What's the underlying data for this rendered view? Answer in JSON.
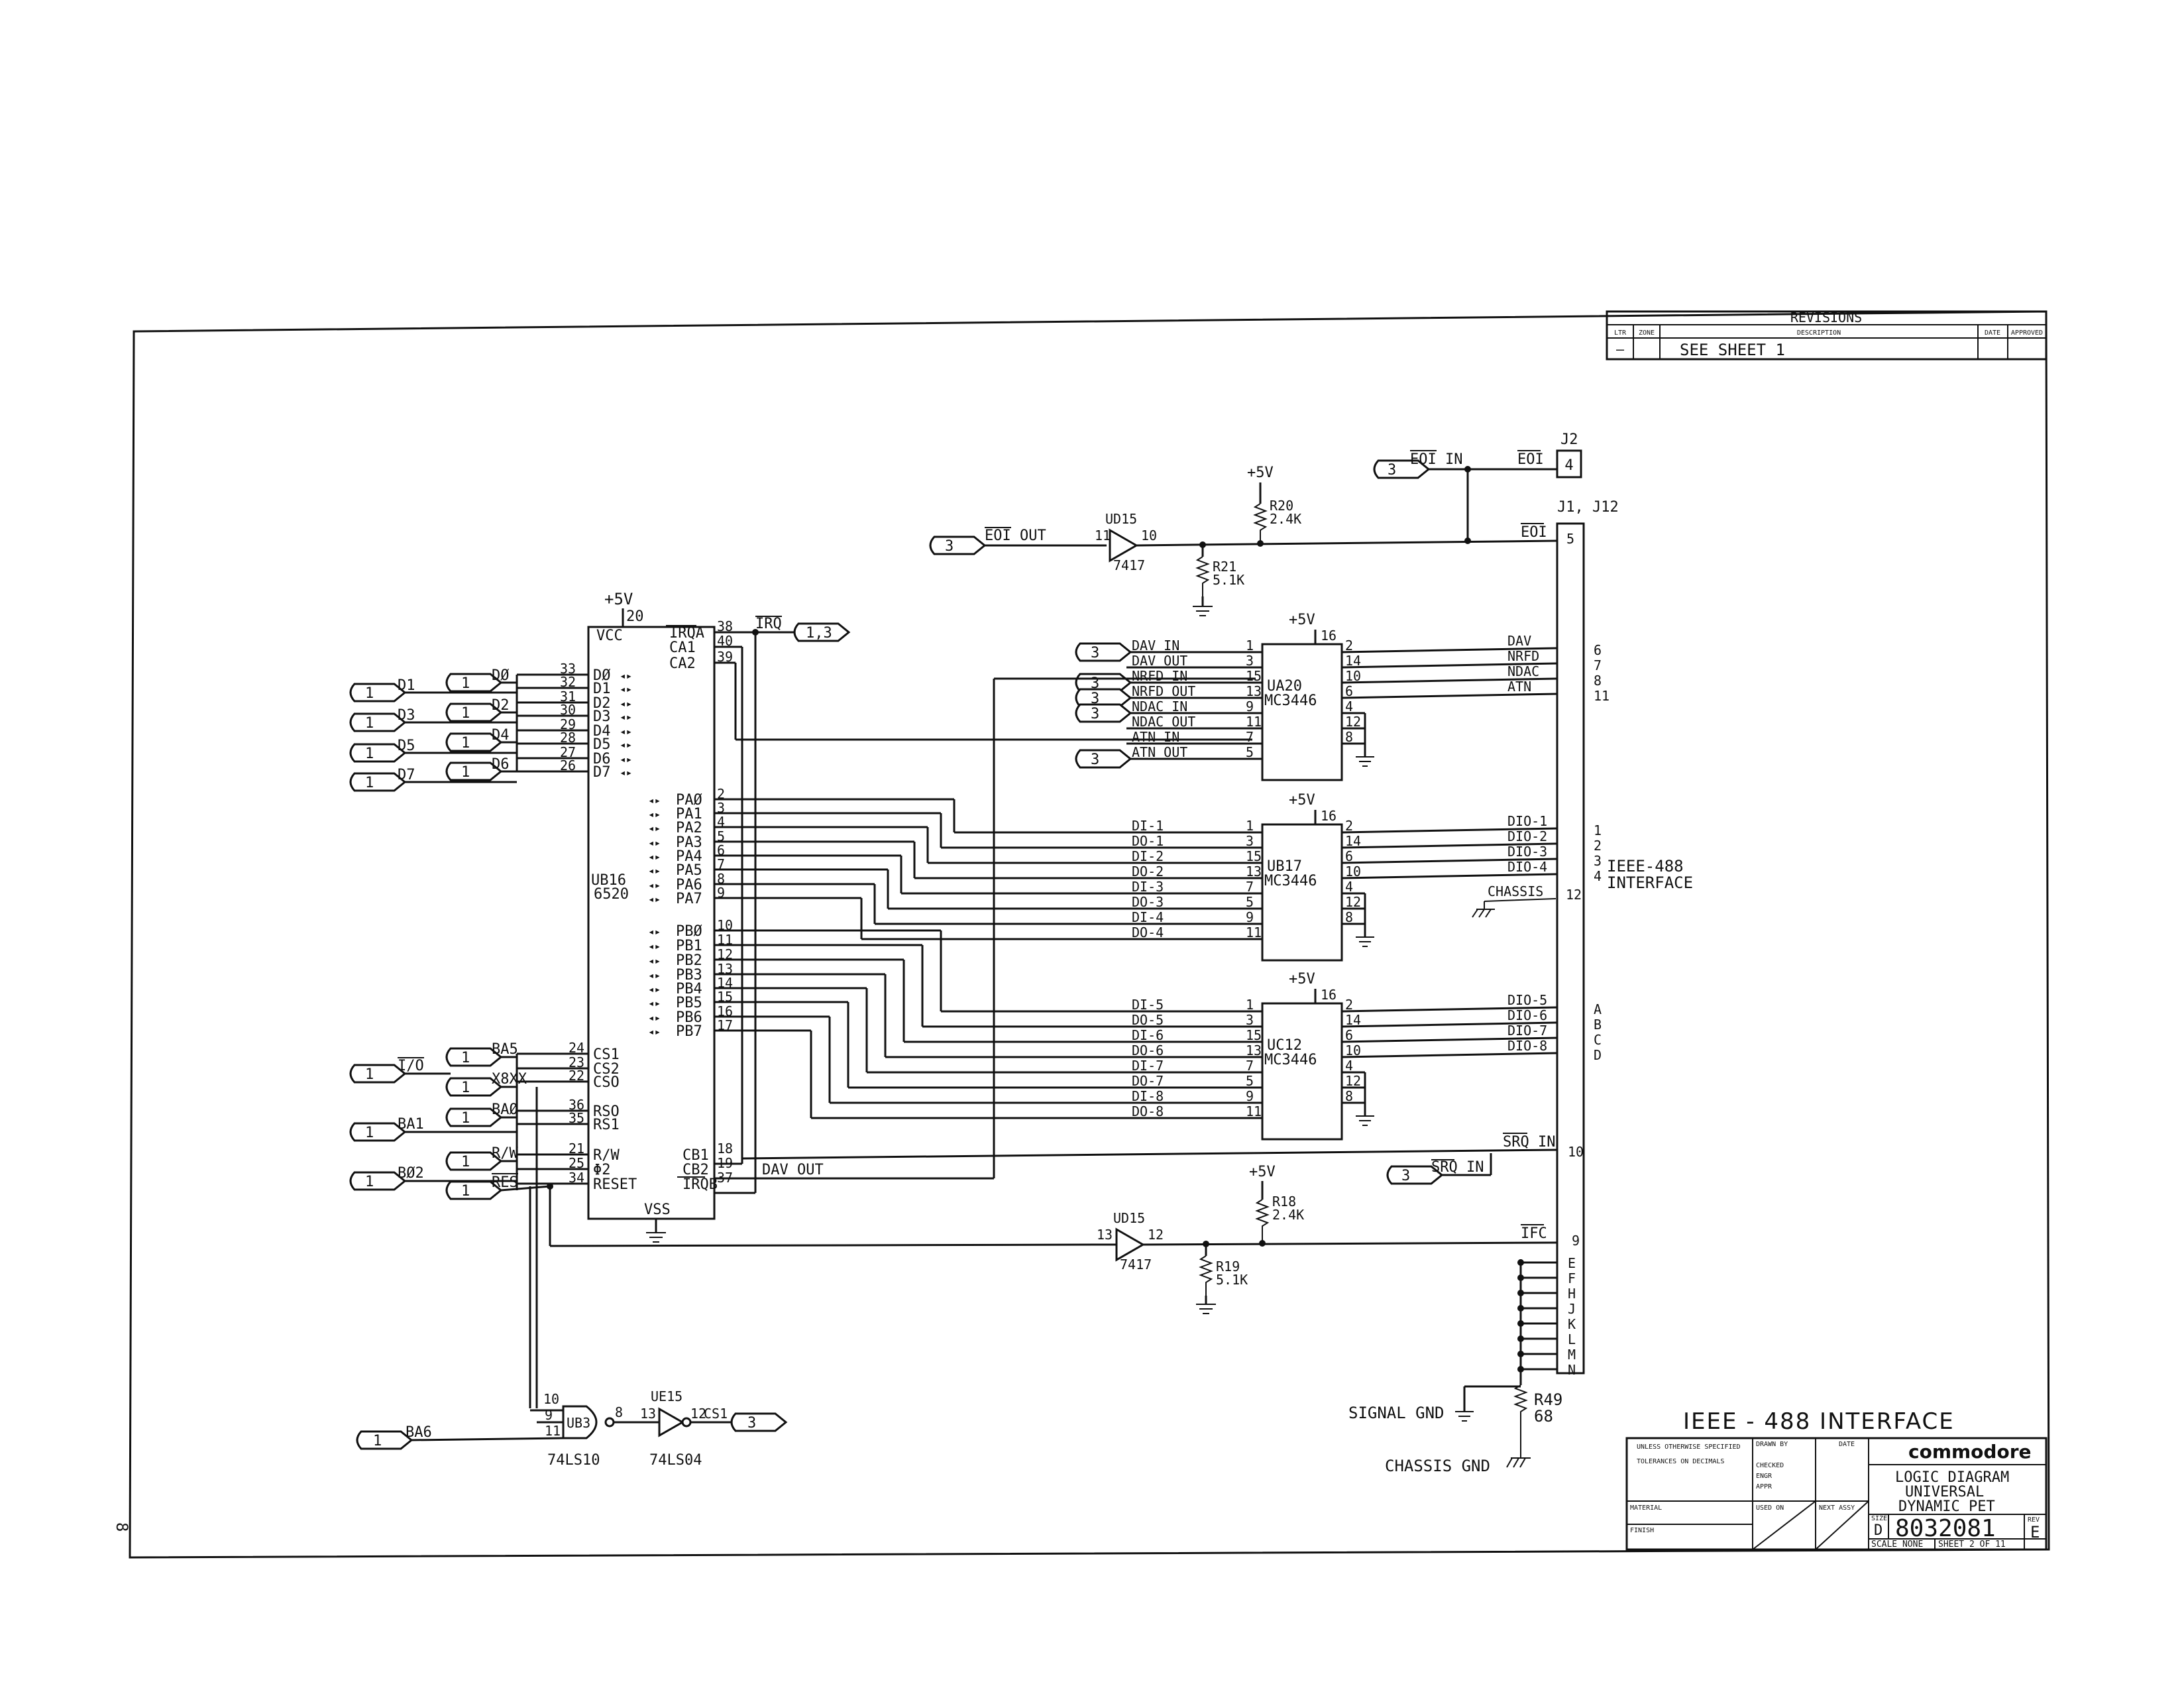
{
  "revisions": {
    "title": "REVISIONS",
    "headers": [
      "LTR",
      "ZONE",
      "DESCRIPTION",
      "DATE",
      "APPROVED"
    ],
    "row": [
      "—",
      "",
      "SEE SHEET 1",
      "",
      ""
    ]
  },
  "signals": {
    "eoi_in": "EOI IN",
    "eoi_out": "EOI OUT",
    "eoi": "EOI",
    "eoi_j2": "EOI",
    "srq_in": "SRQ IN",
    "srq_in_out": "SRQ IN",
    "ifc": "IFC",
    "irq": "IRQ",
    "dav_out_bus": "DAV OUT",
    "signal_gnd": "SIGNAL GND",
    "chassis_gnd": "CHASSIS GND",
    "interface": [
      "IEEE-488",
      "INTERFACE"
    ]
  },
  "connectors": {
    "j2": "J2",
    "j1": "J1, J12",
    "j2_pin": "4",
    "offpage": {
      "eoi_in": "3",
      "eoi_out": "3",
      "irq": "1,3",
      "srq": "3",
      "cs1": "3",
      "dav_in": "3",
      "nrfd_in": "3",
      "nrfd_out": "3",
      "ndac_in": "3",
      "atn_out": "3",
      "d1": "1",
      "d3": "1",
      "d5": "1",
      "d7": "1",
      "d0": "1",
      "d2": "1",
      "d4": "1",
      "d6": "1",
      "io": "1",
      "ba5": "1",
      "x8xx": "1",
      "ba1": "1",
      "ba0": "1",
      "rw": "1",
      "b02": "1",
      "res": "1",
      "ba6": "1"
    }
  },
  "left_inputs": {
    "odd": [
      "D1",
      "D3",
      "D5",
      "D7"
    ],
    "even": [
      "DØ",
      "D2",
      "D4",
      "D6"
    ],
    "io": "I/O",
    "ba1": "BA1",
    "b02": "BØ2",
    "ba5": "BA5",
    "x8xx": "X8XX",
    "ba0": "BAØ",
    "rw": "R/W",
    "res": "RES",
    "ba6": "BA6"
  },
  "ub16": {
    "name": "UB16",
    "part": "6520",
    "power": "+5V",
    "vcc_pin": "20",
    "vcc": "VCC",
    "vss": "VSS",
    "data_pins": [
      {
        "name": "DØ",
        "pin": "33"
      },
      {
        "name": "D1",
        "pin": "32"
      },
      {
        "name": "D2",
        "pin": "31"
      },
      {
        "name": "D3",
        "pin": "30"
      },
      {
        "name": "D4",
        "pin": "29"
      },
      {
        "name": "D5",
        "pin": "28"
      },
      {
        "name": "D6",
        "pin": "27"
      },
      {
        "name": "D7",
        "pin": "26"
      }
    ],
    "ctrl_pins": [
      {
        "name": "CS1",
        "pin": "24"
      },
      {
        "name": "CS2",
        "pin": "23"
      },
      {
        "name": "CSO",
        "pin": "22"
      },
      {
        "name": "RSO",
        "pin": "36"
      },
      {
        "name": "RS1",
        "pin": "35"
      },
      {
        "name": "R/W",
        "pin": "21"
      },
      {
        "name": "Φ2",
        "pin": "25"
      },
      {
        "name": "RESET",
        "pin": "34"
      }
    ],
    "right_top": [
      {
        "name": "IRQA",
        "pin": "38"
      },
      {
        "name": "CA1",
        "pin": "40"
      },
      {
        "name": "CA2",
        "pin": "39"
      }
    ],
    "pa": [
      {
        "name": "PAØ",
        "pin": "2"
      },
      {
        "name": "PA1",
        "pin": "3"
      },
      {
        "name": "PA2",
        "pin": "4"
      },
      {
        "name": "PA3",
        "pin": "5"
      },
      {
        "name": "PA4",
        "pin": "6"
      },
      {
        "name": "PA5",
        "pin": "7"
      },
      {
        "name": "PA6",
        "pin": "8"
      },
      {
        "name": "PA7",
        "pin": "9"
      }
    ],
    "pb": [
      {
        "name": "PBØ",
        "pin": "10"
      },
      {
        "name": "PB1",
        "pin": "11"
      },
      {
        "name": "PB2",
        "pin": "12"
      },
      {
        "name": "PB3",
        "pin": "13"
      },
      {
        "name": "PB4",
        "pin": "14"
      },
      {
        "name": "PB5",
        "pin": "15"
      },
      {
        "name": "PB6",
        "pin": "16"
      },
      {
        "name": "PB7",
        "pin": "17"
      }
    ],
    "right_bottom": [
      {
        "name": "CB1",
        "pin": "18"
      },
      {
        "name": "CB2",
        "pin": "19"
      },
      {
        "name": "IRQB",
        "pin": "37"
      }
    ]
  },
  "transceivers": [
    {
      "name": "UA20",
      "part": "MC3446",
      "power": "+5V",
      "pwr_pin": "16",
      "inputs": [
        {
          "sig": "DAV IN",
          "pin": "1"
        },
        {
          "sig": "DAV OUT",
          "pin": "3"
        },
        {
          "sig": "NRFD IN",
          "pin": "15"
        },
        {
          "sig": "NRFD OUT",
          "pin": "13"
        },
        {
          "sig": "NDAC IN",
          "pin": "9"
        },
        {
          "sig": "NDAC OUT",
          "pin": "11"
        },
        {
          "sig": "ATN IN",
          "pin": "7"
        },
        {
          "sig": "ATN OUT",
          "pin": "5"
        }
      ],
      "outputs": [
        {
          "pin": "2",
          "bus": "DAV",
          "j": "6"
        },
        {
          "pin": "14",
          "bus": "NRFD",
          "j": "7"
        },
        {
          "pin": "10",
          "bus": "NDAC",
          "j": "8"
        },
        {
          "pin": "6",
          "bus": "ATN",
          "j": "11"
        }
      ],
      "gnd_pins": [
        "4",
        "12",
        "8"
      ]
    },
    {
      "name": "UB17",
      "part": "MC3446",
      "power": "+5V",
      "pwr_pin": "16",
      "inputs": [
        {
          "sig": "DI-1",
          "pin": "1"
        },
        {
          "sig": "DO-1",
          "pin": "3"
        },
        {
          "sig": "DI-2",
          "pin": "15"
        },
        {
          "sig": "DO-2",
          "pin": "13"
        },
        {
          "sig": "DI-3",
          "pin": "7"
        },
        {
          "sig": "DO-3",
          "pin": "5"
        },
        {
          "sig": "DI-4",
          "pin": "9"
        },
        {
          "sig": "DO-4",
          "pin": "11"
        }
      ],
      "outputs": [
        {
          "pin": "2",
          "bus": "DIO-1",
          "j": "1"
        },
        {
          "pin": "14",
          "bus": "DIO-2",
          "j": "2"
        },
        {
          "pin": "6",
          "bus": "DIO-3",
          "j": "3"
        },
        {
          "pin": "10",
          "bus": "DIO-4",
          "j": "4"
        }
      ],
      "gnd_pins": [
        "4",
        "12",
        "8"
      ]
    },
    {
      "name": "UC12",
      "part": "MC3446",
      "power": "+5V",
      "pwr_pin": "16",
      "inputs": [
        {
          "sig": "DI-5",
          "pin": "1"
        },
        {
          "sig": "DO-5",
          "pin": "3"
        },
        {
          "sig": "DI-6",
          "pin": "15"
        },
        {
          "sig": "DO-6",
          "pin": "13"
        },
        {
          "sig": "DI-7",
          "pin": "7"
        },
        {
          "sig": "DO-7",
          "pin": "5"
        },
        {
          "sig": "DI-8",
          "pin": "9"
        },
        {
          "sig": "DO-8",
          "pin": "11"
        }
      ],
      "outputs": [
        {
          "pin": "2",
          "bus": "DIO-5",
          "j": "A"
        },
        {
          "pin": "14",
          "bus": "DIO-6",
          "j": "B"
        },
        {
          "pin": "6",
          "bus": "DIO-7",
          "j": "C"
        },
        {
          "pin": "10",
          "bus": "DIO-8",
          "j": "D"
        }
      ],
      "gnd_pins": [
        "4",
        "12",
        "8"
      ]
    }
  ],
  "chassis": {
    "label": "CHASSIS",
    "j": "12"
  },
  "j1_pins": {
    "eoi": "5",
    "srq": "10",
    "ifc": "9",
    "grounds": [
      "E",
      "F",
      "H",
      "J",
      "K",
      "L",
      "M",
      "N"
    ]
  },
  "buffers": {
    "ud15a": {
      "name": "UD15",
      "part": "7417",
      "in": "11",
      "out": "10"
    },
    "ud15b": {
      "name": "UD15",
      "part": "7417",
      "in": "13",
      "out": "12"
    },
    "ue15": {
      "name": "UE15",
      "part": "74LS04",
      "in": "13",
      "out": "12"
    },
    "ub3": {
      "name": "UB3",
      "part": "74LS10",
      "pins": [
        "10",
        "9",
        "11"
      ],
      "out": "8"
    }
  },
  "resistors": {
    "r20": {
      "name": "R20",
      "value": "2.4K"
    },
    "r21": {
      "name": "R21",
      "value": "5.1K"
    },
    "r18": {
      "name": "R18",
      "value": "2.4K"
    },
    "r19": {
      "name": "R19",
      "value": "5.1K"
    },
    "r49": {
      "name": "R49",
      "value": "68"
    }
  },
  "power": {
    "plus5": "+5V"
  },
  "cs1_out": "CS1",
  "title_block": {
    "sheet_title": "IEEE - 488  INTERFACE",
    "company": "commodore",
    "desc": [
      "LOGIC DIAGRAM",
      "UNIVERSAL",
      "DYNAMIC PET"
    ],
    "size_label": "SIZE",
    "size": "D",
    "drawing_no": "8032081",
    "rev_label": "REV",
    "rev": "E",
    "scale": "SCALE NONE",
    "sheet": "SHEET 2 OF 11",
    "left_labels": [
      "UNLESS OTHERWISE SPECIFIED",
      "TOLERANCES ON DECIMALS",
      "MATERIAL",
      "FINISH"
    ],
    "mid_labels": [
      "DRAWN BY",
      "CHECKED",
      "ENGR",
      "APPR",
      "USED ON",
      "NEXT ASSY"
    ],
    "date_label": "DATE"
  },
  "margin_mark": "8"
}
